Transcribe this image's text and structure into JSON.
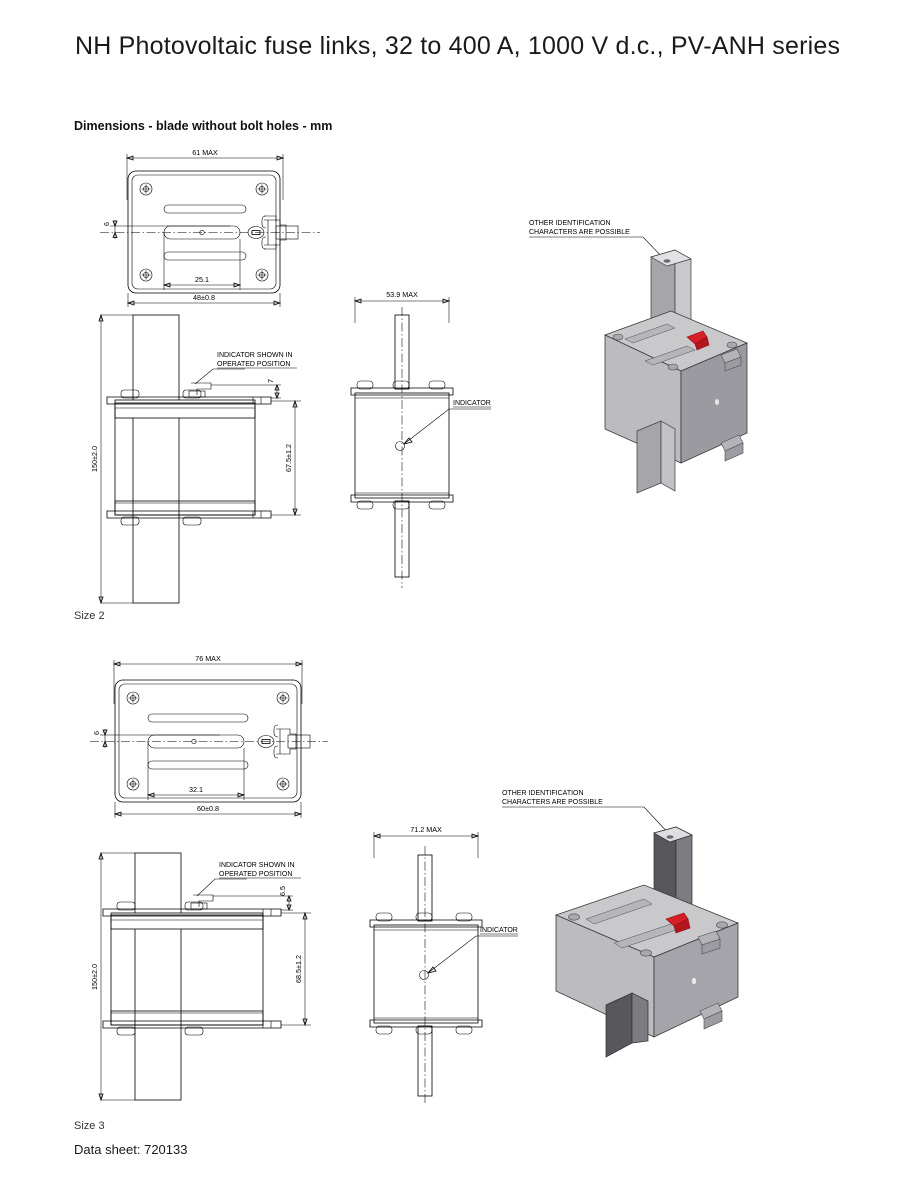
{
  "document": {
    "title": "NH Photovoltaic fuse links, 32 to 400 A, 1000 V d.c., PV-ANH series",
    "section_title": "Dimensions - blade without bolt holes - mm",
    "footer": "Data sheet: 720133"
  },
  "labels": {
    "size2": "Size 2",
    "size3": "Size 3",
    "indicator": "INDICATOR",
    "indicator_operated_line1": "INDICATOR SHOWN IN",
    "indicator_operated_line2": "OPERATED POSITION",
    "other_id_line1": "OTHER IDENTIFICATION",
    "other_id_line2": "CHARACTERS  ARE POSSIBLE"
  },
  "size2": {
    "top_view": {
      "width_max": "61 MAX",
      "blade_thickness": "6",
      "inner_width": "25.1",
      "body_width": "48±0.8"
    },
    "front_view": {
      "total_height": "150±2.0",
      "body_height": "67.5±1.2",
      "indicator_height": "7"
    },
    "side_view": {
      "depth_max": "53.9 MAX"
    }
  },
  "size3": {
    "top_view": {
      "width_max": "76 MAX",
      "blade_thickness": "6",
      "inner_width": "32.1",
      "body_width": "60±0.8"
    },
    "front_view": {
      "total_height": "150±2.0",
      "body_height": "68.5±1.2",
      "indicator_height": "6.5"
    },
    "side_view": {
      "depth_max": "71.2 MAX"
    }
  },
  "colors": {
    "line": "#000000",
    "body_grey": "#b9b9bd",
    "body_grey_dark": "#8e8e93",
    "top_grey": "#c9c9cc",
    "blade_grey": "#a6a6aa",
    "blade_dark": "#58585c",
    "indicator_red": "#d71f26"
  }
}
